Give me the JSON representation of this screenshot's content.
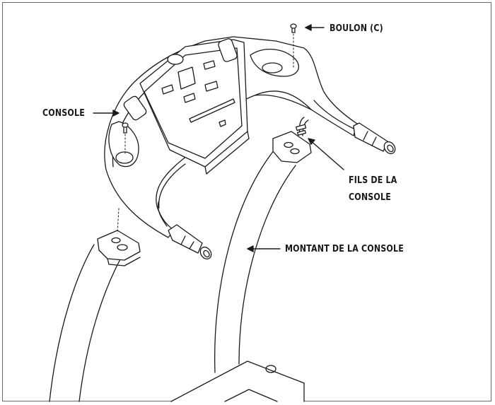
{
  "labels": {
    "bolt": "BOULON (C)",
    "console": "CONSOLE",
    "wires_line1": "FILS DE LA",
    "wires_line2": "CONSOLE",
    "upright": "MONTANT DE LA CONSOLE"
  },
  "colors": {
    "ink": "#1a1a1a",
    "fill": "#ffffff",
    "shade": "#ececec",
    "frame": "#6a6a6a"
  }
}
